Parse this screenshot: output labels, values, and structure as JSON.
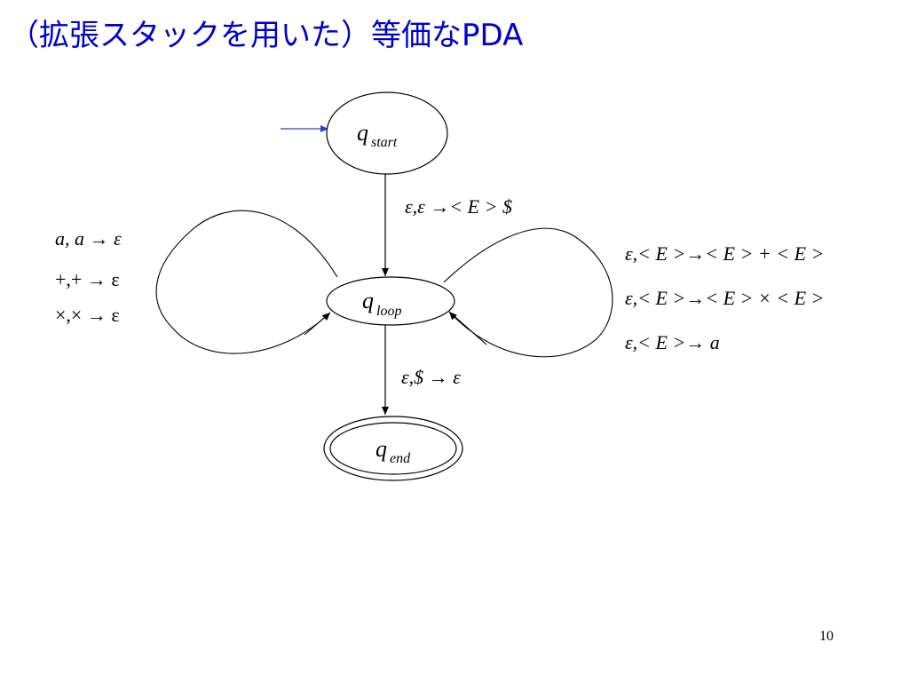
{
  "slide": {
    "title": "（拡張スタックを用いた）等価なPDA",
    "page_number": "10"
  },
  "states": {
    "start": {
      "main": "q",
      "sub": "start"
    },
    "loop": {
      "main": "q",
      "sub": "loop"
    },
    "end": {
      "main": "q",
      "sub": "end"
    }
  },
  "transitions": {
    "start_to_loop": "ε,ε →< E > $",
    "loop_to_end": "ε,$ → ε",
    "left_loop": [
      "a, a → ε",
      "+,+ → ε",
      "×,× → ε"
    ],
    "right_loop": [
      "ε,< E >→< E > + < E >",
      "ε,< E >→< E > × < E >",
      "ε,< E >→ a"
    ]
  },
  "colors": {
    "title": "#0000cc",
    "start_arrow": "#2b3fd0",
    "stroke": "#000000"
  }
}
